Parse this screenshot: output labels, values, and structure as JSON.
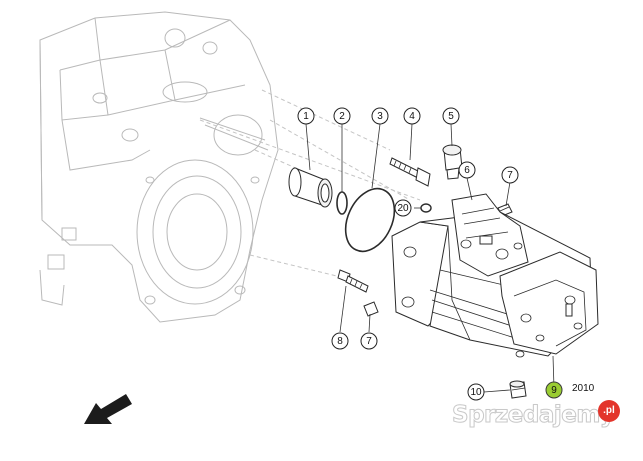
{
  "diagram": {
    "callouts": [
      {
        "label": "1"
      },
      {
        "label": "2"
      },
      {
        "label": "3"
      },
      {
        "label": "4"
      },
      {
        "label": "5"
      },
      {
        "label": "6"
      },
      {
        "label": "7"
      },
      {
        "label": "20"
      },
      {
        "label": "8"
      },
      {
        "label": "7"
      },
      {
        "label": "10"
      },
      {
        "label": "9"
      }
    ],
    "figure_number": "2010",
    "highlight_color": "#9acd32"
  },
  "watermark": {
    "text": "Sprzedajemy",
    "suffix": ".pl",
    "badge_color": "#e3352b"
  }
}
